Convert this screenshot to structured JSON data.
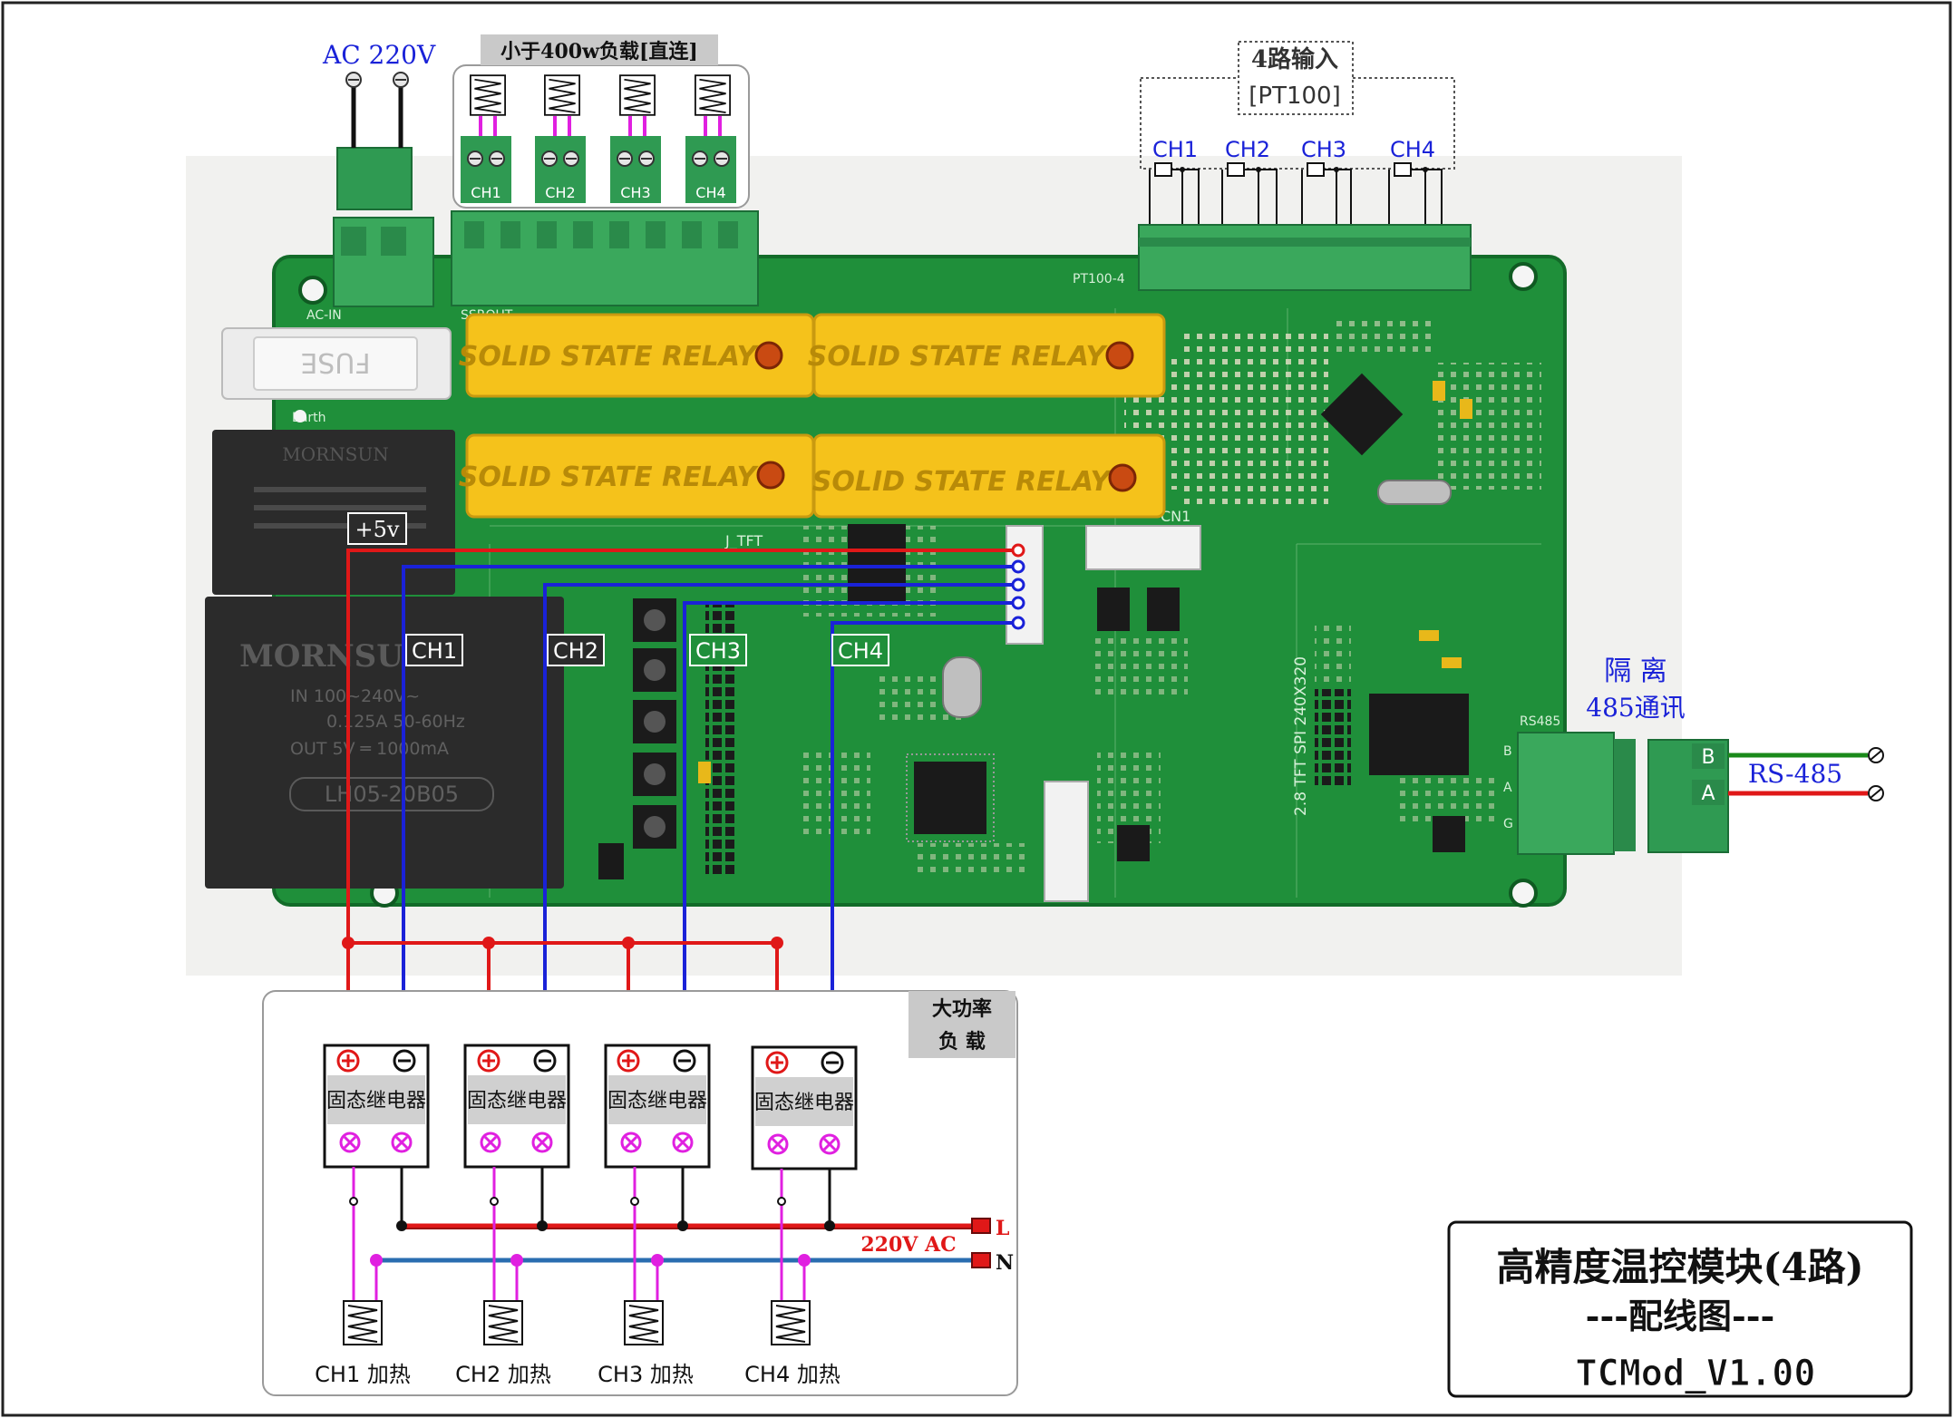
{
  "power_input": {
    "label": "AC  220V",
    "block_label": "AC-IN"
  },
  "ssr_out": {
    "title": "小于400w负载[直连]",
    "channels": [
      "CH1",
      "CH2",
      "CH3",
      "CH4"
    ],
    "block_label": "SSROUT"
  },
  "pt100": {
    "title_line1": "4路输入",
    "title_line2": "[PT100]",
    "channels": [
      "CH1",
      "CH2",
      "CH3",
      "CH4"
    ],
    "block_label": "PT100-4"
  },
  "board": {
    "relay_text": "SOLID STATE RELAY",
    "fuse_text": "FUSE",
    "earth_text": "Earth",
    "psu_small_brand": "MORNSUN",
    "psu_big_brand": "MORNSUN",
    "psu_big_lines": [
      "IN  100~240V~",
      "0.125A 50-60Hz",
      "OUT 5V ═ 1000mA"
    ],
    "psu_big_model": "LH05-20B05",
    "plus5v": "+5v",
    "tft_label": "2.8 TFT SPI 240X320",
    "jtft_label": "J_TFT",
    "cn1_label": "CN1",
    "rs485_block_label": "RS485",
    "rs485_pins": [
      "B",
      "A",
      "G"
    ]
  },
  "wiring_labels": [
    "CH1",
    "CH2",
    "CH3",
    "CH4"
  ],
  "isolation": {
    "line1": "隔 离",
    "line2": "485通讯"
  },
  "rs485": {
    "label": "RS-485",
    "terminal_b": "B",
    "terminal_a": "A"
  },
  "load_panel": {
    "title_line1": "大功率",
    "title_line2": "负   载",
    "relay_label": "固态继电器",
    "heater_labels": [
      "CH1 加热",
      "CH2 加热",
      "CH3 加热",
      "CH4 加热"
    ],
    "ac_label": "220V AC",
    "line_l": "L",
    "line_n": "N"
  },
  "title_box": {
    "line1": "高精度温控模块(4路)",
    "line2": "---配线图---",
    "model": "TCMod_V1.00"
  },
  "colors": {
    "pcb": "#1f8f3a",
    "pcb_dark": "#136b29",
    "terminal": "#2f9a52",
    "relay": "#f5c21b",
    "psu": "#2b2b2b",
    "red_wire": "#e01818",
    "blue_wire": "#1a22d8",
    "magenta": "#e020e0",
    "green_wire": "#1a8a1a",
    "n_line": "#2a6db0",
    "dark_red": "#9a1010"
  }
}
